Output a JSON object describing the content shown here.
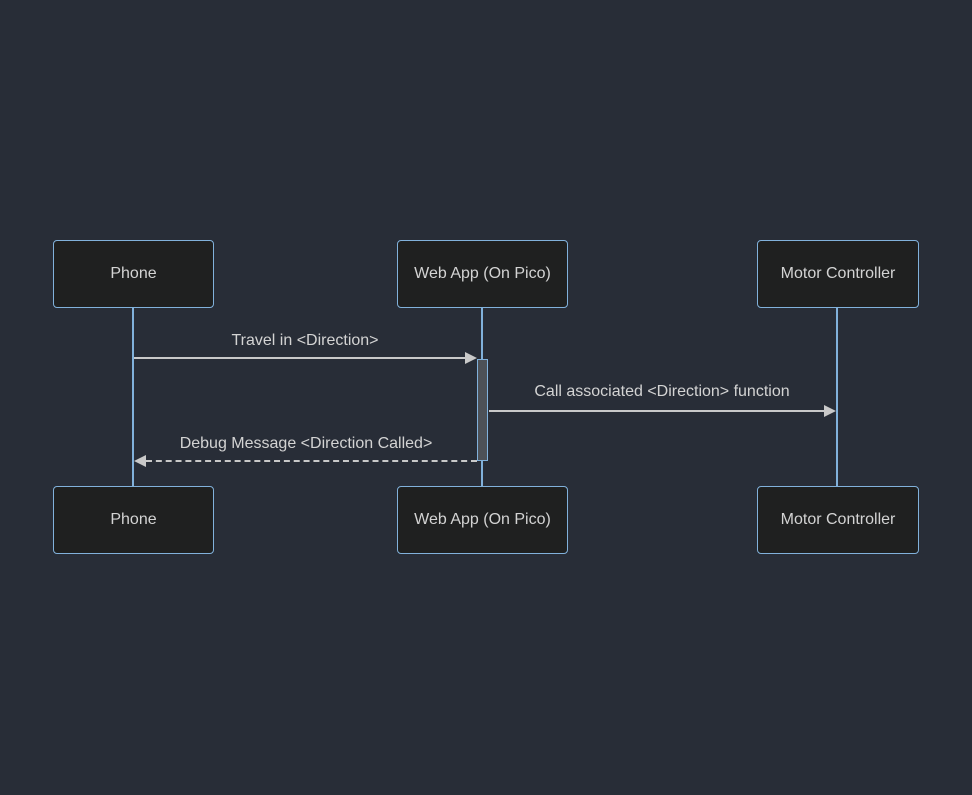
{
  "diagram": {
    "type": "sequence-diagram",
    "theme": "dark",
    "actors": [
      {
        "id": "phone",
        "label": "Phone"
      },
      {
        "id": "webapp",
        "label": "Web App (On Pico)"
      },
      {
        "id": "motor",
        "label": "Motor Controller"
      }
    ],
    "messages": [
      {
        "from": "phone",
        "to": "webapp",
        "text": "Travel in <Direction>",
        "line_style": "solid",
        "arrow": "filled-right"
      },
      {
        "from": "webapp",
        "to": "motor",
        "text": "Call associated <Direction> function",
        "line_style": "solid",
        "arrow": "filled-right"
      },
      {
        "from": "webapp",
        "to": "phone",
        "text": "Debug Message <Direction Called>",
        "line_style": "dashed",
        "arrow": "filled-left"
      }
    ],
    "activation": {
      "actor": "webapp",
      "starts_at_message": "Travel in <Direction>",
      "ends_at_message": "Debug Message <Direction Called>"
    },
    "colors": {
      "background": "#282d37",
      "actor_fill": "#1f2020",
      "actor_border": "#81b1db",
      "actor_text": "#d3d3d3",
      "lifeline": "#81b1db",
      "signal_line": "#c9c9c9",
      "signal_text": "#d3d3d3",
      "activation_fill": "#4d5157",
      "activation_border": "#81b1db"
    }
  }
}
